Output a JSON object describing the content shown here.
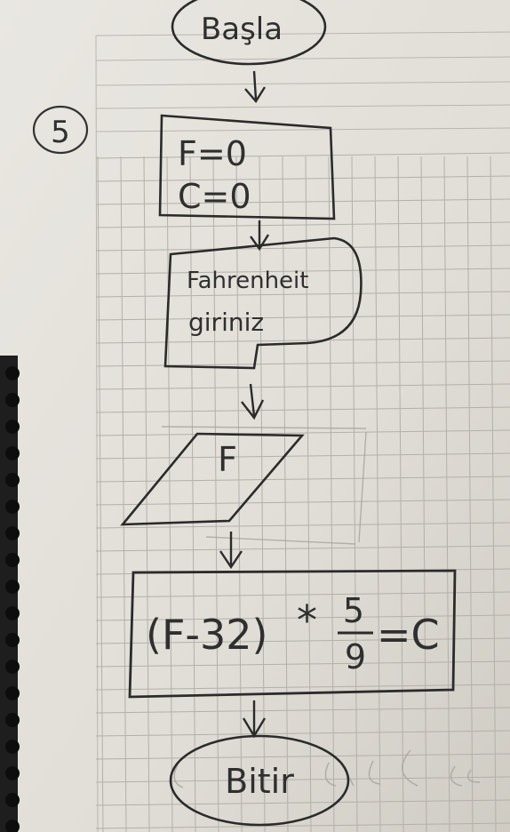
{
  "flowchart": {
    "start_label": "Başla",
    "step_number": "5",
    "init_f": "F=0",
    "init_c": "C=0",
    "prompt_line1": "Fahrenheit",
    "prompt_line2": "giriniz",
    "input_var": "F",
    "formula_left": "(F-32)",
    "formula_times": "*",
    "formula_num": "5",
    "formula_den": "9",
    "formula_right": "=C",
    "end_label": "Bitir"
  }
}
